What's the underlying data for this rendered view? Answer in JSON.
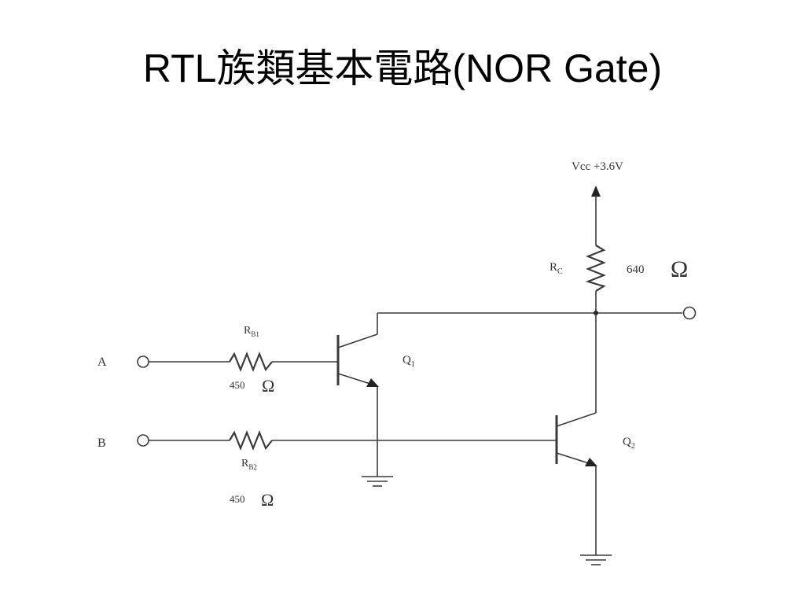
{
  "title": "RTL族類基本電路(NOR Gate)",
  "circuit": {
    "vcc_label": "Vcc +3.6V",
    "rc_label": "R",
    "rc_sub": "C",
    "rc_value": "640",
    "ohm": "Ω",
    "rb1_label": "R",
    "rb1_sub": "B1",
    "rb1_value": "450",
    "rb2_label": "R",
    "rb2_sub": "B2",
    "rb2_value": "450",
    "input_a": "A",
    "input_b": "B",
    "q1_label": "Q",
    "q1_sub": "1",
    "q2_label": "Q",
    "q2_sub": "2"
  }
}
